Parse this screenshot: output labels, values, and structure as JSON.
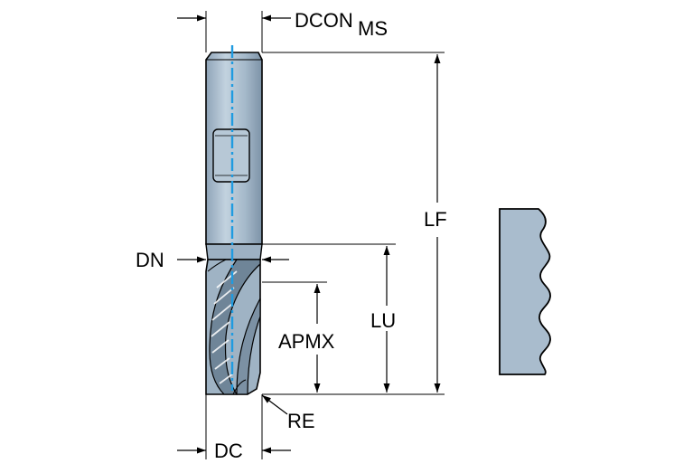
{
  "labels": {
    "dcon": "DCON",
    "dcon_sub": "MS",
    "lf": "LF",
    "dn": "DN",
    "lu": "LU",
    "apmx": "APMX",
    "re": "RE",
    "dc": "DC"
  },
  "colors": {
    "body_fill": "#a9bccd",
    "body_dark": "#6f8598",
    "centerline": "#1f9be0",
    "line": "#000000",
    "profile_fill": "#a9bccd"
  }
}
